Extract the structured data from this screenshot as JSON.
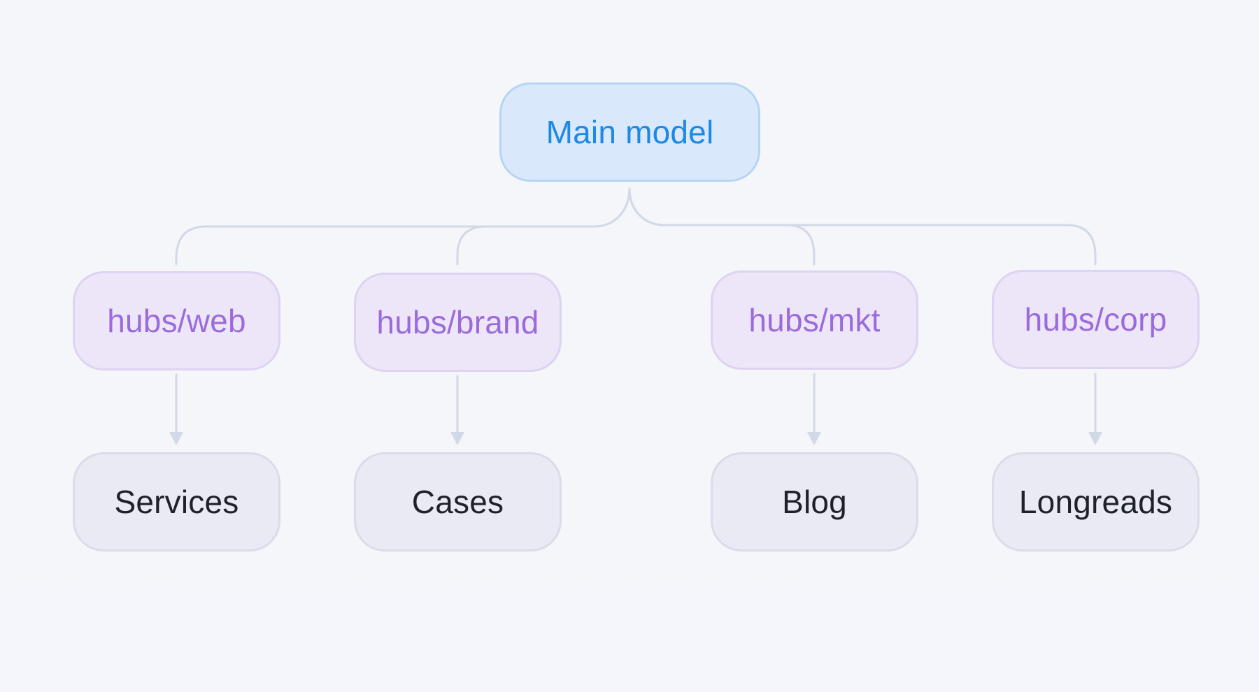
{
  "diagram": {
    "root": {
      "label": "Main model"
    },
    "hubs": [
      {
        "label": "hubs/web"
      },
      {
        "label": "hubs/brand"
      },
      {
        "label": "hubs/mkt"
      },
      {
        "label": "hubs/corp"
      }
    ],
    "leaves": [
      {
        "label": "Services"
      },
      {
        "label": "Cases"
      },
      {
        "label": "Blog"
      },
      {
        "label": "Longreads"
      }
    ]
  },
  "colors": {
    "background": "#f5f6f9",
    "root_fill": "#dae8fb",
    "root_border": "#b7d4f5",
    "root_text": "#1d89e4",
    "hub_fill": "#ede6f8",
    "hub_border": "#ded3f2",
    "hub_text": "#9c6bdb",
    "leaf_fill": "#e9eaf3",
    "leaf_border": "#d9dde9",
    "leaf_text": "#1e2128",
    "connector": "#d2d9e6"
  }
}
